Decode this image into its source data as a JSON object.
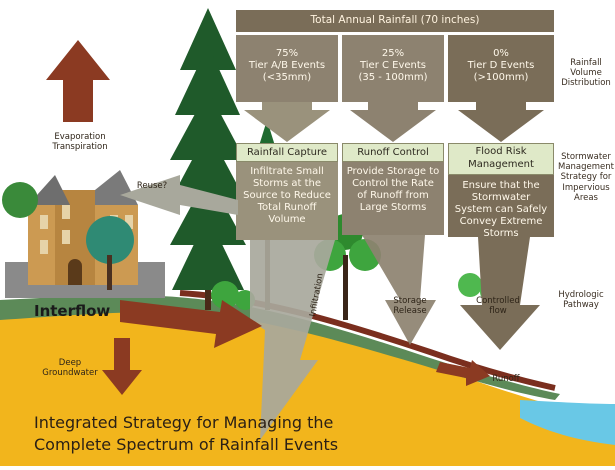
{
  "diagram": {
    "top_title": "Total Annual Rainfall (70 inches)",
    "columns": [
      {
        "percent": "75%",
        "tier": "Tier A/B Events",
        "range": "(<35mm)",
        "strategy": "Rainfall Capture",
        "description": "Infiltrate Small Storms at the Source to Reduce Total Runoff Volume"
      },
      {
        "percent": "25%",
        "tier": "Tier C Events",
        "range": "(35 - 100mm)",
        "strategy": "Runoff Control",
        "description": "Provide Storage to Control the Rate of Runoff from Large Storms"
      },
      {
        "percent": "0%",
        "tier": "Tier D Events",
        "range": "(>100mm)",
        "strategy": "Flood Risk Management",
        "description": "Ensure that the Stormwater System can Safely Convey Extreme Storms"
      }
    ],
    "side_labels": {
      "rainfall_volume": "Rainfall Volume Distribution",
      "stormwater_strategy": "Stormwater Management Strategy for Impervious Areas",
      "hydrologic_pathway": "Hydrologic Pathway"
    },
    "pathway_labels": {
      "evaporation": "Evaporation Transpiration",
      "reuse": "Reuse?",
      "interflow": "Interflow",
      "deep_groundwater": "Deep Groundwater",
      "infiltration": "Infiltration",
      "storage_release": "Storage Release",
      "controlled_flow": "Controlled flow",
      "runoff": "Runoff"
    },
    "caption_line1": "Integrated Strategy for Managing the",
    "caption_line2": "Complete Spectrum of Rainfall Events"
  },
  "colors": {
    "sand": "#f2b51c",
    "soil_green": "#5c8a58",
    "soil_brown": "#7a2e1e",
    "arrow_dark": "#8b3a22",
    "box_brown": "#7a6d58",
    "header_green": "#dfe9c8",
    "water": "#69c8e6",
    "gray_arrow": "#a8a89c"
  }
}
